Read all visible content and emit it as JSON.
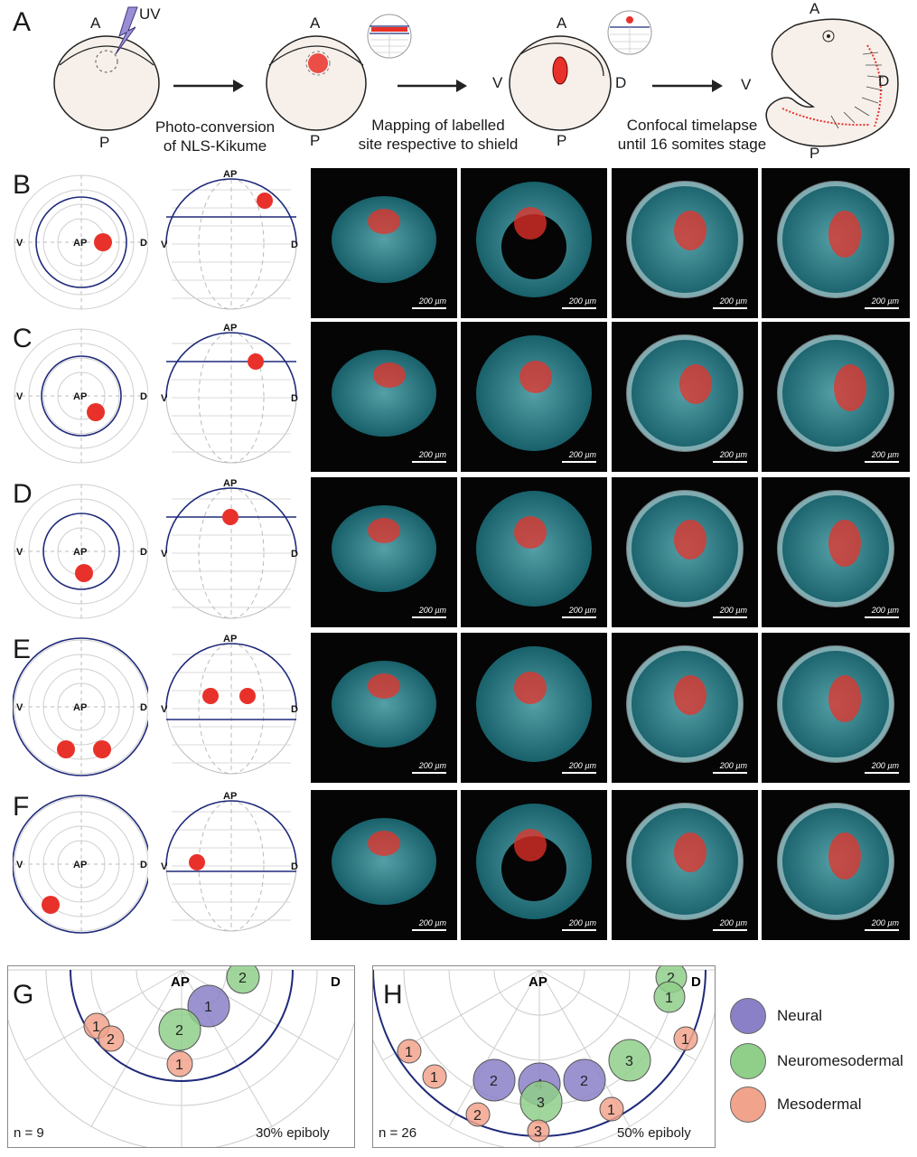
{
  "panels": [
    "A",
    "B",
    "C",
    "D",
    "E",
    "F",
    "G",
    "H"
  ],
  "panel_a": {
    "uv_label": "UV",
    "A_label": "A",
    "P_label": "P",
    "V_label": "V",
    "D_label": "D",
    "step1": [
      "Photo-conversion",
      "of NLS-Kikume"
    ],
    "step2": [
      "Mapping of labelled",
      "site respective to shield"
    ],
    "step3": [
      "Confocal timelapse",
      "until 16 somites stage"
    ]
  },
  "diagram_labels": {
    "ap": "AP",
    "v": "V",
    "d": "D"
  },
  "scale_label": "200 µm",
  "panel_g": {
    "n": "n = 9",
    "stage": "30% epiboly",
    "ap": "AP",
    "d": "D"
  },
  "panel_h": {
    "n": "n = 26",
    "stage": "50% epiboly",
    "ap": "AP",
    "d": "D"
  },
  "legend": [
    {
      "label": "Neural",
      "color": "#8a80c8"
    },
    {
      "label": "Neuromesodermal",
      "color": "#8fcf8a"
    },
    {
      "label": "Mesodermal",
      "color": "#f2a38c"
    }
  ],
  "colors": {
    "navy": "#1f2a7a",
    "red": "#e8312a",
    "cyan": "#3fb6c4"
  },
  "g_circles": [
    {
      "label": "2",
      "type": "Neuromesodermal"
    },
    {
      "label": "1",
      "type": "Neural"
    },
    {
      "label": "2",
      "type": "Neuromesodermal"
    },
    {
      "label": "1",
      "type": "Mesodermal"
    },
    {
      "label": "2",
      "type": "Mesodermal"
    },
    {
      "label": "1",
      "type": "Mesodermal"
    }
  ],
  "h_circles": [
    {
      "label": "2",
      "type": "Neuromesodermal"
    },
    {
      "label": "1",
      "type": "Neuromesodermal"
    },
    {
      "label": "1",
      "type": "Mesodermal"
    },
    {
      "label": "3",
      "type": "Neuromesodermal"
    },
    {
      "label": "1",
      "type": "Mesodermal"
    },
    {
      "label": "1",
      "type": "Mesodermal"
    },
    {
      "label": "2",
      "type": "Neural"
    },
    {
      "label": "2",
      "type": "Neural"
    },
    {
      "label": "4",
      "type": "Neural"
    },
    {
      "label": "3",
      "type": "Neuromesodermal"
    },
    {
      "label": "2",
      "type": "Mesodermal"
    },
    {
      "label": "1",
      "type": "Mesodermal"
    },
    {
      "label": "3",
      "type": "Mesodermal"
    }
  ]
}
